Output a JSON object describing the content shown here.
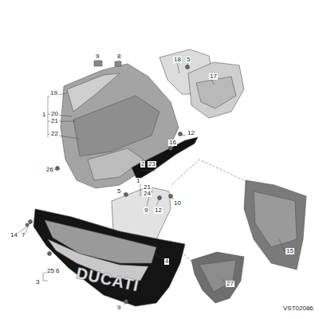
{
  "diagram": {
    "labels": [
      "18",
      "5",
      "9",
      "8",
      "17",
      "19",
      "1",
      "20",
      "21",
      "22",
      "2",
      "23",
      "12",
      "16",
      "26",
      "1",
      "21",
      "24",
      "5",
      "10",
      "12",
      "9",
      "14",
      "7",
      "25",
      "6",
      "3",
      "4",
      "15",
      "27",
      "9",
      "DUCATI",
      "VST02086"
    ]
  }
}
